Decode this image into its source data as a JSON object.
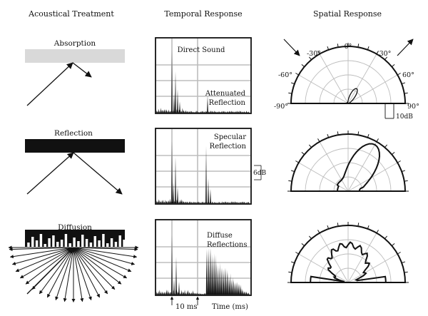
{
  "columns": {
    "treatment": "Acoustical Treatment",
    "temporal": "Temporal Response",
    "spatial": "Spatial Response"
  },
  "rows": {
    "absorption": "Absorption",
    "reflection": "Reflection",
    "diffusion": "Diffusion"
  },
  "temporal_labels": {
    "direct_sound": "Direct Sound",
    "attenuated_line1": "Attenuated",
    "attenuated_line2": "Reflection",
    "specular_line1": "Specular",
    "specular_line2": "Reflection",
    "diffuse_line1": "Diffuse",
    "diffuse_line2": "Reflections",
    "time_axis": "Time (ms)",
    "time_scale": "10 ms",
    "level_scale": "6dB"
  },
  "polar": {
    "angle_labels": [
      "-90°",
      "-60°",
      "-30°",
      "0°",
      "30°",
      "60°",
      "90°"
    ],
    "db_scale": "10dB"
  },
  "colors": {
    "ink": "#111111",
    "absorber": "#d9d9d9",
    "grid": "#bdbdbd",
    "reflector": "#111111"
  }
}
